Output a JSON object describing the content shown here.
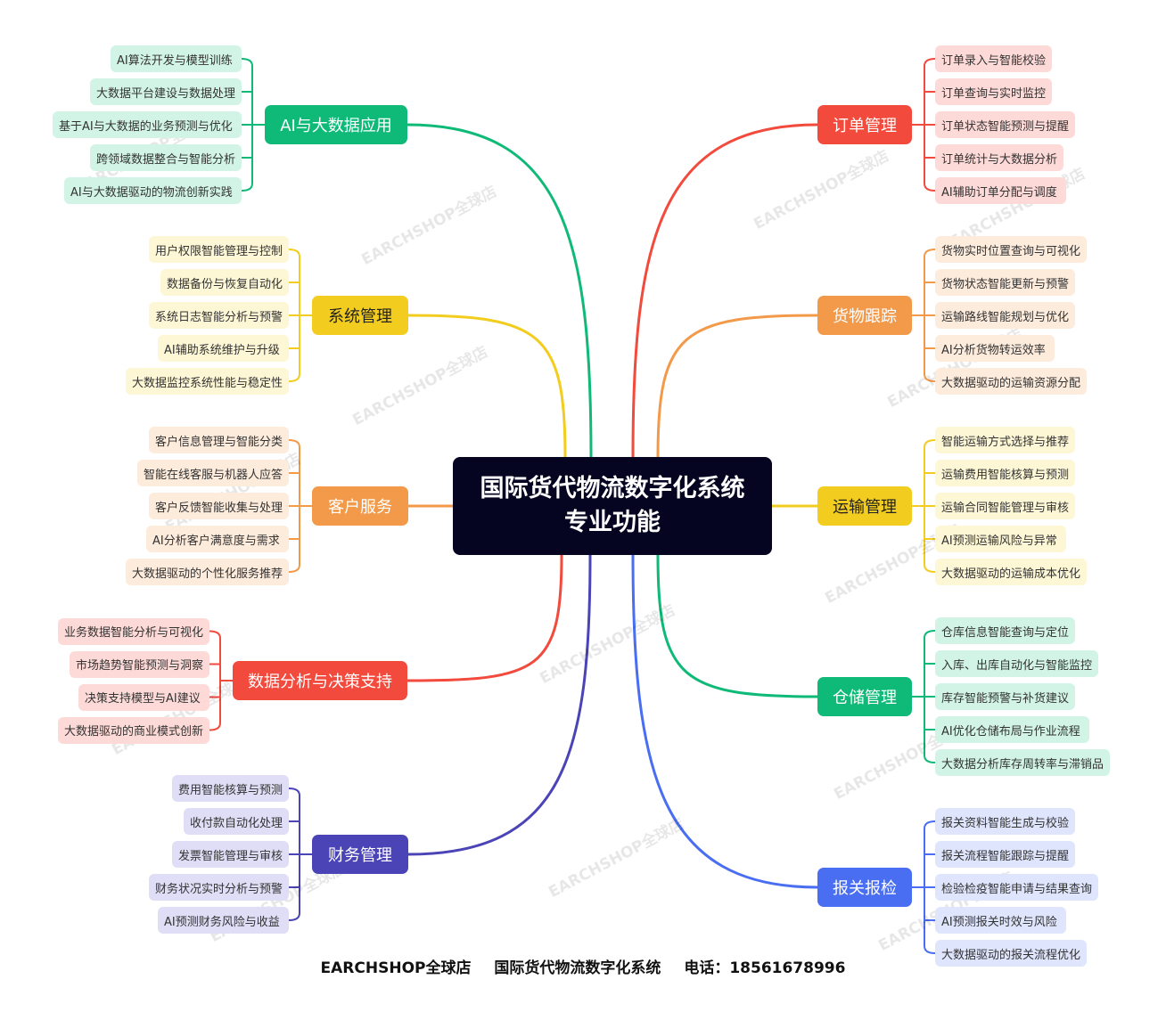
{
  "center_title": "国际货代物流数字化系统专业功能",
  "watermark": "EARCHSHOP全球店",
  "footer": {
    "brand": "EARCHSHOP全球店",
    "system": "国际货代物流数字化系统",
    "phone": "电话：18561678996"
  },
  "branches": [
    {
      "id": "ai",
      "side": "left",
      "label": "AI与大数据应用",
      "color": "#0fba78",
      "leaf_bg": "#d2f4e6",
      "leaves": [
        "AI算法开发与模型训练",
        "大数据平台建设与数据处理",
        "基于AI与大数据的业务预测与优化",
        "跨领域数据整合与智能分析",
        "AI与大数据驱动的物流创新实践"
      ]
    },
    {
      "id": "sys",
      "side": "left",
      "label": "系统管理",
      "color": "#f2cd20",
      "leaf_bg": "#fdf7d6",
      "dark_text": true,
      "leaves": [
        "用户权限智能管理与控制",
        "数据备份与恢复自动化",
        "系统日志智能分析与预警",
        "AI辅助系统维护与升级",
        "大数据监控系统性能与稳定性"
      ]
    },
    {
      "id": "cust",
      "side": "left",
      "label": "客户服务",
      "color": "#f39a4a",
      "leaf_bg": "#fdebdc",
      "leaves": [
        "客户信息管理与智能分类",
        "智能在线客服与机器人应答",
        "客户反馈智能收集与处理",
        "AI分析客户满意度与需求",
        "大数据驱动的个性化服务推荐"
      ]
    },
    {
      "id": "data",
      "side": "left",
      "label": "数据分析与决策支持",
      "color": "#f24a3c",
      "leaf_bg": "#fddad7",
      "leaves": [
        "业务数据智能分析与可视化",
        "市场趋势智能预测与洞察",
        "决策支持模型与AI建议",
        "大数据驱动的商业模式创新"
      ]
    },
    {
      "id": "fin",
      "side": "left",
      "label": "财务管理",
      "color": "#4b44b6",
      "leaf_bg": "#e0def6",
      "leaves": [
        "费用智能核算与预测",
        "收付款自动化处理",
        "发票智能管理与审核",
        "财务状况实时分析与预警",
        "AI预测财务风险与收益"
      ]
    },
    {
      "id": "order",
      "side": "right",
      "label": "订单管理",
      "color": "#f24a3c",
      "leaf_bg": "#fddad7",
      "leaves": [
        "订单录入与智能校验",
        "订单查询与实时监控",
        "订单状态智能预测与提醒",
        "订单统计与大数据分析",
        "AI辅助订单分配与调度"
      ]
    },
    {
      "id": "track",
      "side": "right",
      "label": "货物跟踪",
      "color": "#f39a4a",
      "leaf_bg": "#fdebdc",
      "leaves": [
        "货物实时位置查询与可视化",
        "货物状态智能更新与预警",
        "运输路线智能规划与优化",
        "AI分析货物转运效率",
        "大数据驱动的运输资源分配"
      ]
    },
    {
      "id": "trans",
      "side": "right",
      "label": "运输管理",
      "color": "#f2cd20",
      "leaf_bg": "#fdf7d6",
      "dark_text": true,
      "leaves": [
        "智能运输方式选择与推荐",
        "运输费用智能核算与预测",
        "运输合同智能管理与审核",
        "AI预测运输风险与异常",
        "大数据驱动的运输成本优化"
      ]
    },
    {
      "id": "store",
      "side": "right",
      "label": "仓储管理",
      "color": "#0fba78",
      "leaf_bg": "#d2f4e6",
      "leaves": [
        "仓库信息智能查询与定位",
        "入库、出库自动化与智能监控",
        "库存智能预警与补货建议",
        "AI优化仓储布局与作业流程",
        "大数据分析库存周转率与滞销品"
      ]
    },
    {
      "id": "customs",
      "side": "right",
      "label": "报关报检",
      "color": "#4a6ef2",
      "leaf_bg": "#dfe5fd",
      "leaves": [
        "报关资料智能生成与校验",
        "报关流程智能跟踪与提醒",
        "检验检疫智能申请与结果查询",
        "AI预测报关时效与风险",
        "大数据驱动的报关流程优化"
      ]
    }
  ]
}
